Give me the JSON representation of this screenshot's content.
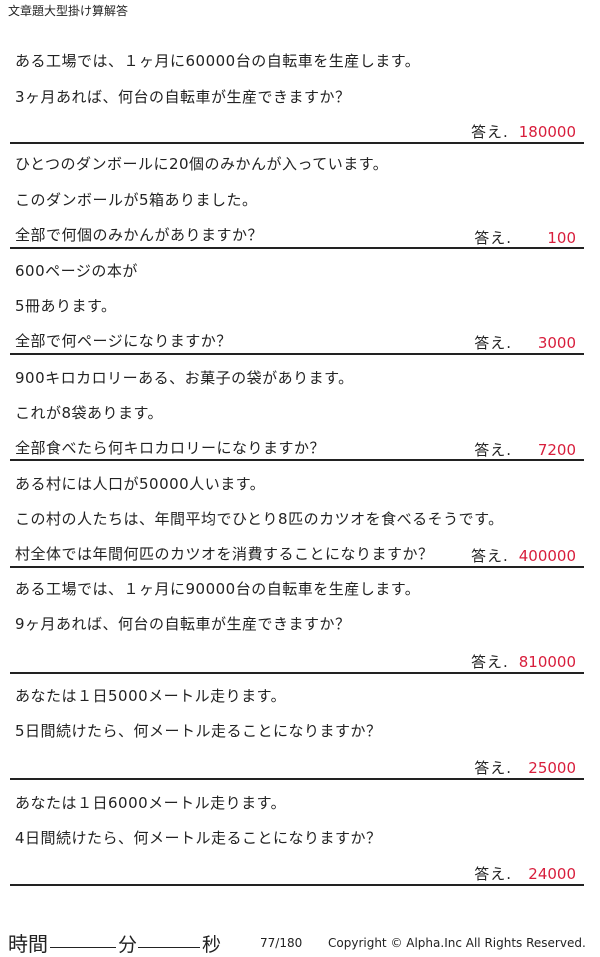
{
  "header": {
    "title": "文章題大型掛け算解答"
  },
  "problems": [
    {
      "lines": [
        "ある工場では、１ヶ月に60000台の自転車を生産します。",
        "3ヶ月あれば、何台の自転車が生産できますか？",
        ""
      ],
      "answer_label": "答え.",
      "answer": "180000"
    },
    {
      "lines": [
        "ひとつのダンボールに20個のみかんが入っています。",
        "このダンボールが5箱ありました。",
        "全部で何個のみかんがありますか？"
      ],
      "answer_label": "答え.",
      "answer": "100"
    },
    {
      "lines": [
        "600ページの本が",
        "5冊あります。",
        "全部で何ページになりますか？"
      ],
      "answer_label": "答え.",
      "answer": "3000"
    },
    {
      "lines": [
        "900キロカロリーある、お菓子の袋があります。",
        "これが8袋あります。",
        "全部食べたら何キロカロリーになりますか？"
      ],
      "answer_label": "答え.",
      "answer": "7200"
    },
    {
      "lines": [
        "ある村には人口が50000人います。",
        "この村の人たちは、年間平均でひとり8匹のカツオを食べるそうです。",
        "村全体では年間何匹のカツオを消費することになりますか？"
      ],
      "answer_label": "答え.",
      "answer": "400000"
    },
    {
      "lines": [
        "ある工場では、１ヶ月に90000台の自転車を生産します。",
        "9ヶ月あれば、何台の自転車が生産できますか？",
        ""
      ],
      "answer_label": "答え.",
      "answer": "810000"
    },
    {
      "lines": [
        "あなたは１日5000メートル走ります。",
        "5日間続けたら、何メートル走ることになりますか？",
        ""
      ],
      "answer_label": "答え.",
      "answer": "25000"
    },
    {
      "lines": [
        "あなたは１日6000メートル走ります。",
        "4日間続けたら、何メートル走ることになりますか？",
        ""
      ],
      "answer_label": "答え.",
      "answer": "24000"
    }
  ],
  "footer": {
    "time_label": "時間",
    "minutes_label": "分",
    "seconds_label": "秒",
    "page": "77/180",
    "copyright": "Copyright ©  Alpha.Inc All Rights Reserved."
  }
}
